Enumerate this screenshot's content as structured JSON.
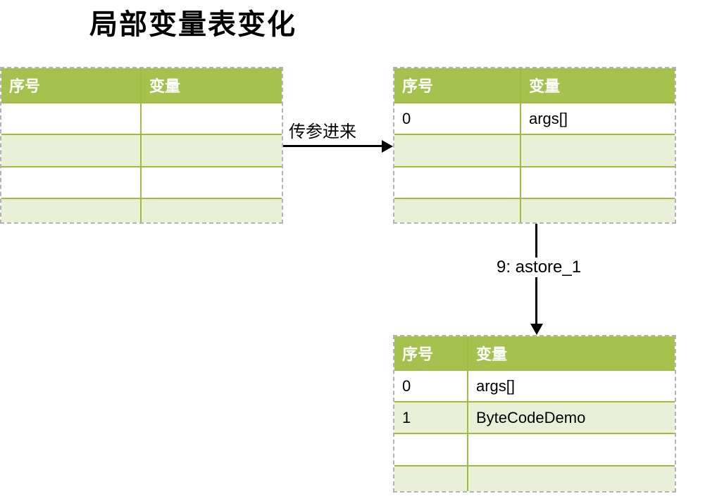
{
  "page": {
    "title": "局部变量表变化"
  },
  "colors": {
    "header_green": "#a5c24e",
    "row_alt_green": "#eaf0d8",
    "cell_border_green": "#9fbc41",
    "dashed_gray": "#b3b3b3",
    "header_text": "#ffffff",
    "body_text": "#000000",
    "arrow_black": "#000000"
  },
  "tables": [
    {
      "id": "before",
      "headers": [
        "序号",
        "变量"
      ],
      "rows": [
        [
          "",
          ""
        ],
        [
          "",
          ""
        ],
        [
          "",
          ""
        ],
        [
          "",
          ""
        ]
      ]
    },
    {
      "id": "after_args_passed",
      "headers": [
        "序号",
        "变量"
      ],
      "rows": [
        [
          "0",
          "args[]"
        ],
        [
          "",
          ""
        ],
        [
          "",
          ""
        ],
        [
          "",
          ""
        ]
      ]
    },
    {
      "id": "after_astore_1",
      "headers": [
        "序号",
        "变量"
      ],
      "rows": [
        [
          "0",
          "args[]"
        ],
        [
          "1",
          "ByteCodeDemo"
        ],
        [
          "",
          ""
        ],
        [
          "",
          ""
        ]
      ]
    }
  ],
  "arrows": [
    {
      "id": "pass-args",
      "label": "传参进来",
      "direction": "right"
    },
    {
      "id": "astore-1",
      "label": "9: astore_1",
      "direction": "down"
    }
  ]
}
